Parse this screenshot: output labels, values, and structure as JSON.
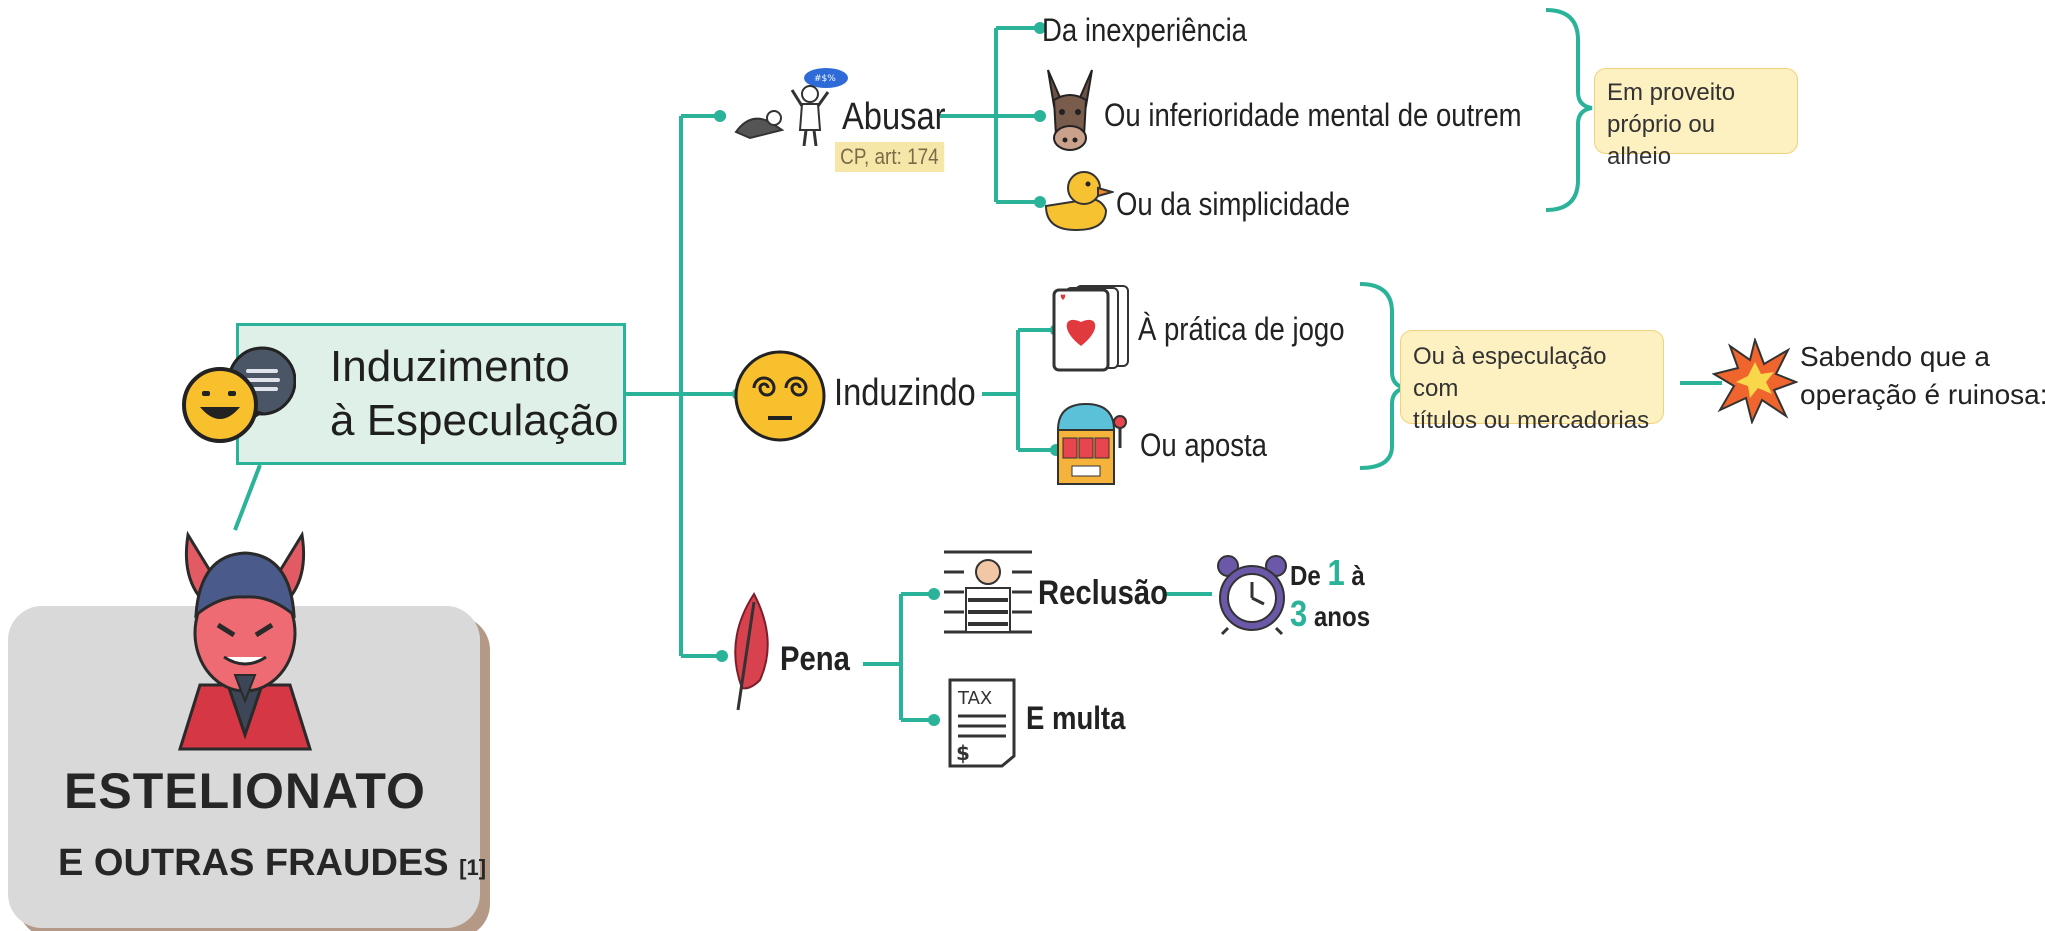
{
  "root": {
    "line1": "Induzimento",
    "line2": "à Especulação"
  },
  "card": {
    "title": "ESTELIONATO",
    "subtitle": "E OUTRAS FRAUDES",
    "ref": "[1]"
  },
  "nodes": {
    "abusar": {
      "label": "Abusar",
      "citation": "CP, art: 174"
    },
    "induzindo": {
      "label": "Induzindo"
    },
    "pena": {
      "label": "Pena"
    }
  },
  "abusar_children": [
    "Da inexperiência",
    "Ou inferioridade mental de outrem",
    "Ou da simplicidade"
  ],
  "abusar_note": {
    "line1": "Em proveito",
    "line2": "próprio ou alheio"
  },
  "induzindo_children": [
    "À prática de jogo",
    "Ou aposta"
  ],
  "induzindo_note": {
    "line1": "Ou à especulação com",
    "line2": "títulos ou mercadorias"
  },
  "ruinosa": {
    "line1": "Sabendo que a",
    "line2": "operação é ruinosa:"
  },
  "pena_children": {
    "reclusao": "Reclusão",
    "multa": "E multa"
  },
  "time": {
    "de": "De",
    "from": "1",
    "a": "à",
    "to": "3",
    "unit": "anos"
  },
  "icons": {
    "speech": "speech-bubble-icon",
    "devil": "devil-icon",
    "worship": "worship-icon",
    "donkey": "donkey-icon",
    "duck": "rubber-duck-icon",
    "hypnotized": "hypnotized-emoji-icon",
    "cards": "playing-cards-icon",
    "slot": "slot-machine-icon",
    "explosion": "explosion-icon",
    "quill": "quill-icon",
    "prisoner": "prisoner-icon",
    "tax": "tax-document-icon",
    "alarm": "alarm-clock-icon"
  },
  "colors": {
    "accent": "#2bb39a",
    "root_fill": "#dff0e8",
    "note_fill": "#fdf1c2",
    "card_fill": "#d9d9da",
    "card_shadow": "#b49a86"
  }
}
